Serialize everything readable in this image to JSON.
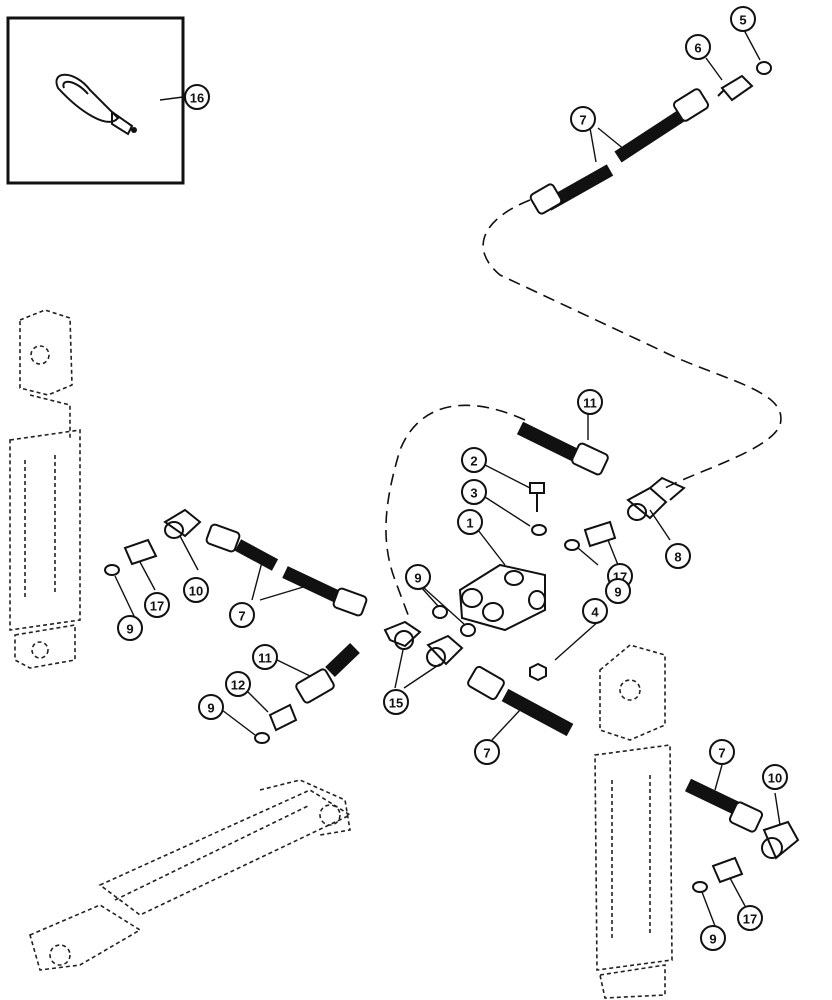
{
  "diagram": {
    "type": "exploded parts diagram",
    "callouts": [
      {
        "id": "c16",
        "label": "16"
      },
      {
        "id": "c5",
        "label": "5"
      },
      {
        "id": "c6",
        "label": "6"
      },
      {
        "id": "c7a",
        "label": "7"
      },
      {
        "id": "c11a",
        "label": "11"
      },
      {
        "id": "c2",
        "label": "2"
      },
      {
        "id": "c3",
        "label": "3"
      },
      {
        "id": "c1",
        "label": "1"
      },
      {
        "id": "c8",
        "label": "8"
      },
      {
        "id": "c17a",
        "label": "17"
      },
      {
        "id": "c9a",
        "label": "9"
      },
      {
        "id": "c9b",
        "label": "9"
      },
      {
        "id": "c4",
        "label": "4"
      },
      {
        "id": "c17b",
        "label": "17"
      },
      {
        "id": "c10a",
        "label": "10"
      },
      {
        "id": "c9c",
        "label": "9"
      },
      {
        "id": "c7b",
        "label": "7"
      },
      {
        "id": "c11b",
        "label": "11"
      },
      {
        "id": "c12",
        "label": "12"
      },
      {
        "id": "c9d",
        "label": "9"
      },
      {
        "id": "c15",
        "label": "15"
      },
      {
        "id": "c7c",
        "label": "7"
      },
      {
        "id": "c7d",
        "label": "7"
      },
      {
        "id": "c10b",
        "label": "10"
      },
      {
        "id": "c17c",
        "label": "17"
      },
      {
        "id": "c9e",
        "label": "9"
      }
    ]
  }
}
